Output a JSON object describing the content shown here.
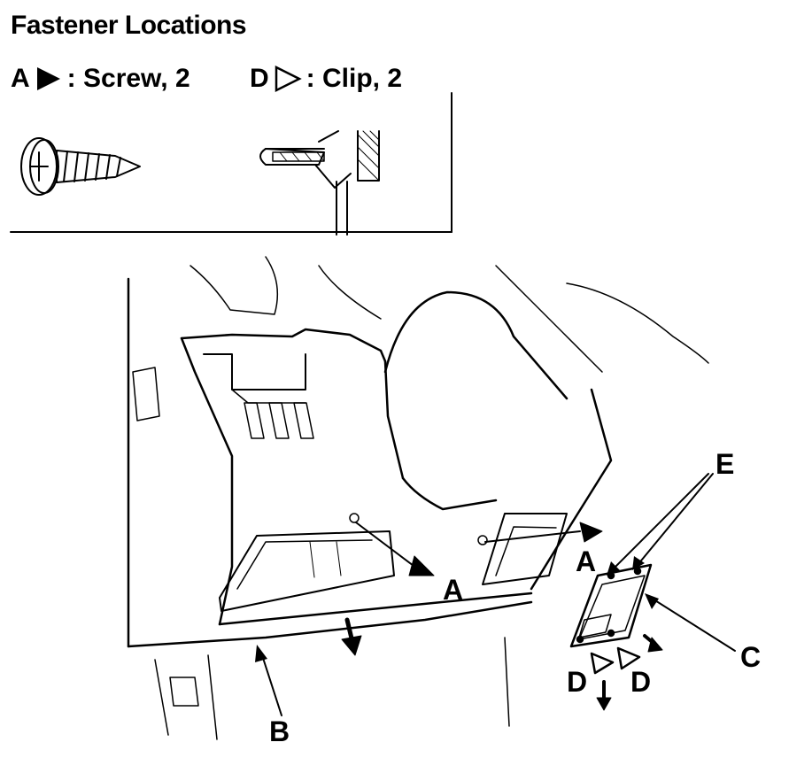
{
  "title": "Fastener Locations",
  "legend": [
    {
      "key": "A",
      "symbol": "filled-triangle-icon",
      "text": ": Screw, 2"
    },
    {
      "key": "D",
      "symbol": "outline-triangle-icon",
      "text": ": Clip, 2"
    }
  ],
  "callouts": {
    "a1": "A",
    "a2": "A",
    "b": "B",
    "c": "C",
    "d1": "D",
    "d2": "D",
    "e": "E"
  },
  "icons": [
    "screw-icon",
    "clip-icon",
    "dashboard-panel-icon",
    "cover-panel-icon",
    "arrow-icon"
  ]
}
